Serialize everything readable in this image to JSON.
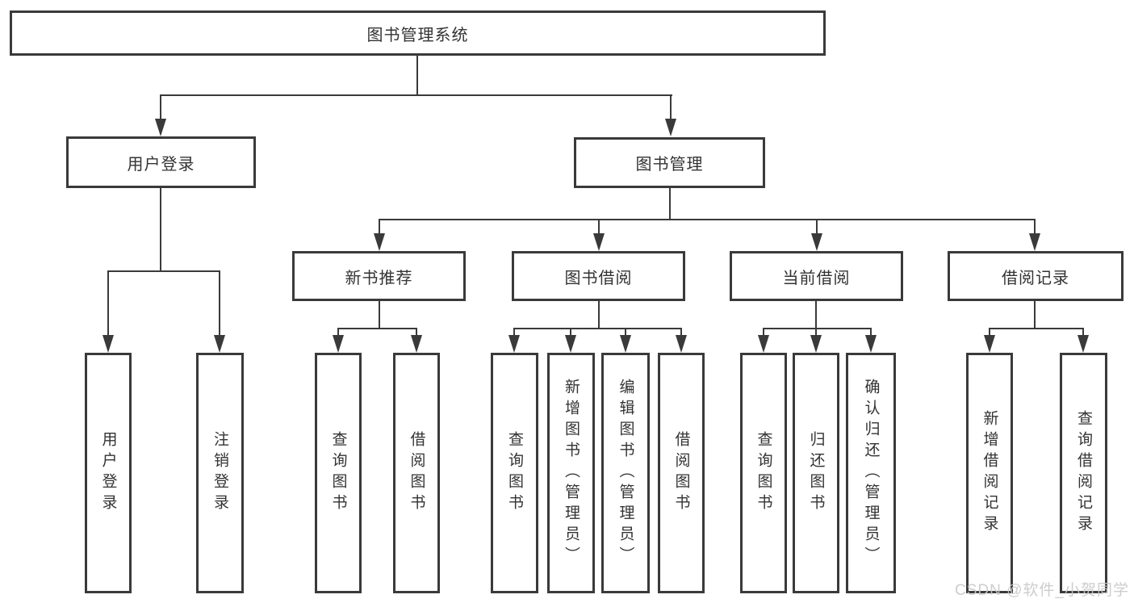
{
  "diagram": {
    "title": "图书管理系统",
    "watermark": "CSDN @软件_小贺同学",
    "colors": {
      "line": "#3a3a3a",
      "text": "#333333",
      "background": "#ffffff",
      "watermark": "#c8c8c8"
    },
    "nodes": {
      "root": {
        "label": "图书管理系统"
      },
      "level2": [
        {
          "label": "用户登录"
        },
        {
          "label": "图书管理"
        }
      ],
      "level3": [
        {
          "label": "新书推荐"
        },
        {
          "label": "图书借阅"
        },
        {
          "label": "当前借阅"
        },
        {
          "label": "借阅记录"
        }
      ],
      "leaves": [
        {
          "label": "用户登录"
        },
        {
          "label": "注销登录"
        },
        {
          "label": "查询图书"
        },
        {
          "label": "借阅图书"
        },
        {
          "label": "查询图书"
        },
        {
          "label": "新增图书（管理员）"
        },
        {
          "label": "编辑图书（管理员）"
        },
        {
          "label": "借阅图书"
        },
        {
          "label": "查询图书"
        },
        {
          "label": "归还图书"
        },
        {
          "label": "确认归还（管理员）"
        },
        {
          "label": "新增借阅记录"
        },
        {
          "label": "查询借阅记录"
        }
      ]
    },
    "edges": [
      "图书管理系统→用户登录",
      "图书管理系统→图书管理",
      "用户登录→用户登录",
      "用户登录→注销登录",
      "图书管理→新书推荐",
      "图书管理→图书借阅",
      "图书管理→当前借阅",
      "图书管理→借阅记录",
      "新书推荐→查询图书",
      "新书推荐→借阅图书",
      "图书借阅→查询图书",
      "图书借阅→新增图书（管理员）",
      "图书借阅→编辑图书（管理员）",
      "图书借阅→借阅图书",
      "当前借阅→查询图书",
      "当前借阅→归还图书",
      "当前借阅→确认归还（管理员）",
      "借阅记录→新增借阅记录",
      "借阅记录→查询借阅记录"
    ]
  }
}
